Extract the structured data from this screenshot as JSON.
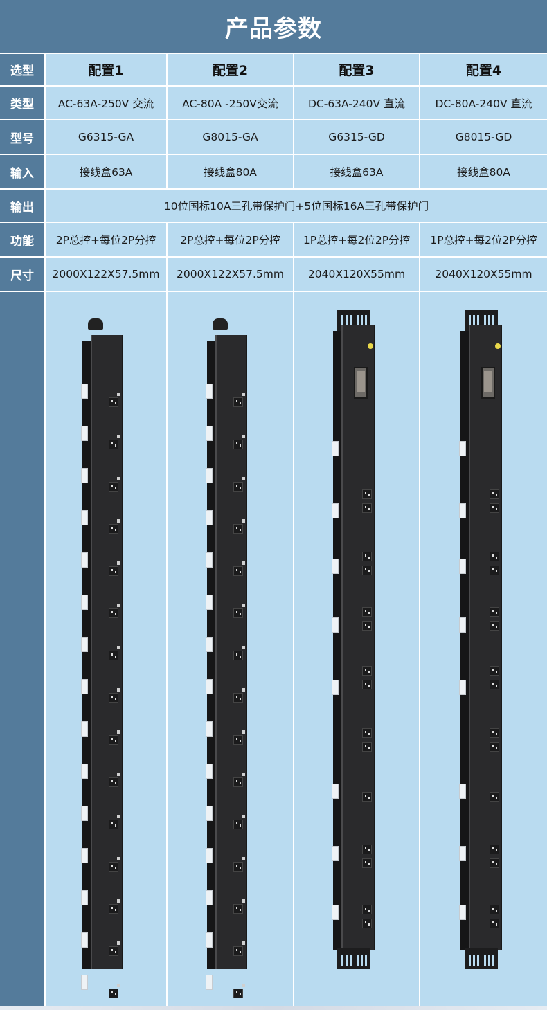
{
  "header": {
    "title": "产品参数"
  },
  "table": {
    "rows": [
      {
        "label": "选型",
        "values": [
          "配置1",
          "配置2",
          "配置3",
          "配置4"
        ]
      },
      {
        "label": "类型",
        "values": [
          "AC-63A-250V 交流",
          "AC-80A -250V交流",
          "DC-63A-240V 直流",
          "DC-80A-240V 直流"
        ]
      },
      {
        "label": "型号",
        "values": [
          "G6315-GA",
          "G8015-GA",
          "G6315-GD",
          "G8015-GD"
        ]
      },
      {
        "label": "输入",
        "values": [
          "接线盒63A",
          "接线盒80A",
          "接线盒63A",
          "接线盒80A"
        ]
      },
      {
        "label": "输出",
        "merged": "10位国标10A三孔带保护门+5位国标16A三孔带保护门"
      },
      {
        "label": "功能",
        "values": [
          "2P总控+每位2P分控",
          "2P总控+每位2P分控",
          "1P总控+每2位2P分控",
          "1P总控+每2位2P分控"
        ]
      },
      {
        "label": "尺寸",
        "values": [
          "2000X122X57.5mm",
          "2000X122X57.5mm",
          "2040X120X55mm",
          "2040X120X55mm"
        ]
      }
    ],
    "image_row": {
      "products": [
        {
          "name": "配置1",
          "icon": "pdu-ac-strip-image"
        },
        {
          "name": "配置2",
          "icon": "pdu-ac-strip-image"
        },
        {
          "name": "配置3",
          "icon": "pdu-dc-strip-image"
        },
        {
          "name": "配置4",
          "icon": "pdu-dc-strip-image"
        }
      ]
    }
  },
  "colors": {
    "header_bg": "#547b9b",
    "label_bg": "#547b9b",
    "cell_bg": "#b9dbf0",
    "divider": "#ffffff",
    "pdu_body": "#2a2a2c"
  }
}
